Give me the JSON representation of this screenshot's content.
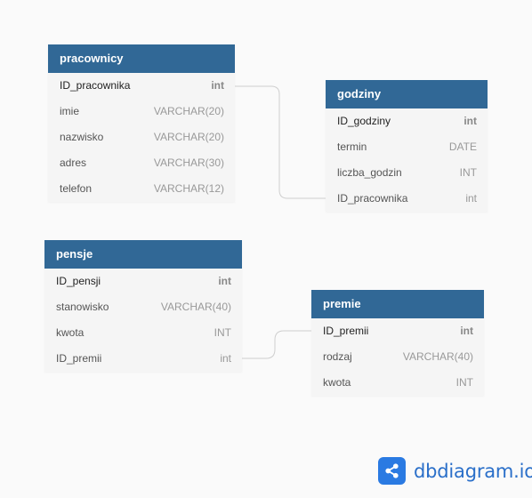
{
  "tables": {
    "pracownicy": {
      "name": "pracownicy",
      "columns": [
        {
          "name": "ID_pracownika",
          "type": "int"
        },
        {
          "name": "imie",
          "type": "VARCHAR(20)"
        },
        {
          "name": "nazwisko",
          "type": "VARCHAR(20)"
        },
        {
          "name": "adres",
          "type": "VARCHAR(30)"
        },
        {
          "name": "telefon",
          "type": "VARCHAR(12)"
        }
      ]
    },
    "godziny": {
      "name": "godziny",
      "columns": [
        {
          "name": "ID_godziny",
          "type": "int"
        },
        {
          "name": "termin",
          "type": "DATE"
        },
        {
          "name": "liczba_godzin",
          "type": "INT"
        },
        {
          "name": "ID_pracownika",
          "type": "int"
        }
      ]
    },
    "pensje": {
      "name": "pensje",
      "columns": [
        {
          "name": "ID_pensji",
          "type": "int"
        },
        {
          "name": "stanowisko",
          "type": "VARCHAR(40)"
        },
        {
          "name": "kwota",
          "type": "INT"
        },
        {
          "name": "ID_premii",
          "type": "int"
        }
      ]
    },
    "premie": {
      "name": "premie",
      "columns": [
        {
          "name": "ID_premii",
          "type": "int"
        },
        {
          "name": "rodzaj",
          "type": "VARCHAR(40)"
        },
        {
          "name": "kwota",
          "type": "INT"
        }
      ]
    }
  },
  "brand": {
    "text": "dbdiagram.io",
    "icon": "share-icon"
  },
  "colors": {
    "header": "#316896",
    "accent": "#2a7ae2"
  }
}
